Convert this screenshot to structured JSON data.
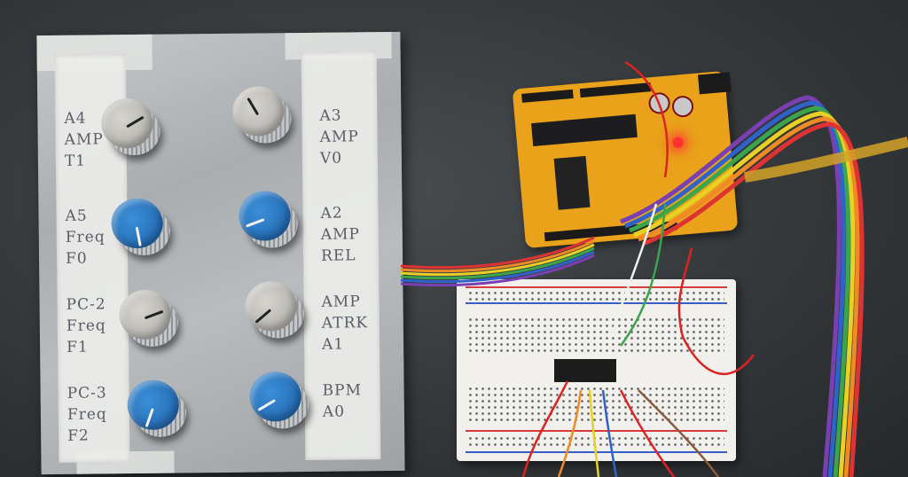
{
  "panel_labels": {
    "left": [
      "A4\nAMP\nT1",
      "A5\nFreq\nF0",
      "PC-2\nFreq\nF1",
      "PC-3\nFreq\nF2"
    ],
    "right": [
      "A3\nAMP\nV0",
      "A2\nAMP\nREL",
      "AMP\nATRK\nA1",
      "BPM\nA0"
    ]
  },
  "knob_colors": {
    "grey": "#c2c0bb",
    "blue": "#2a74c4"
  }
}
